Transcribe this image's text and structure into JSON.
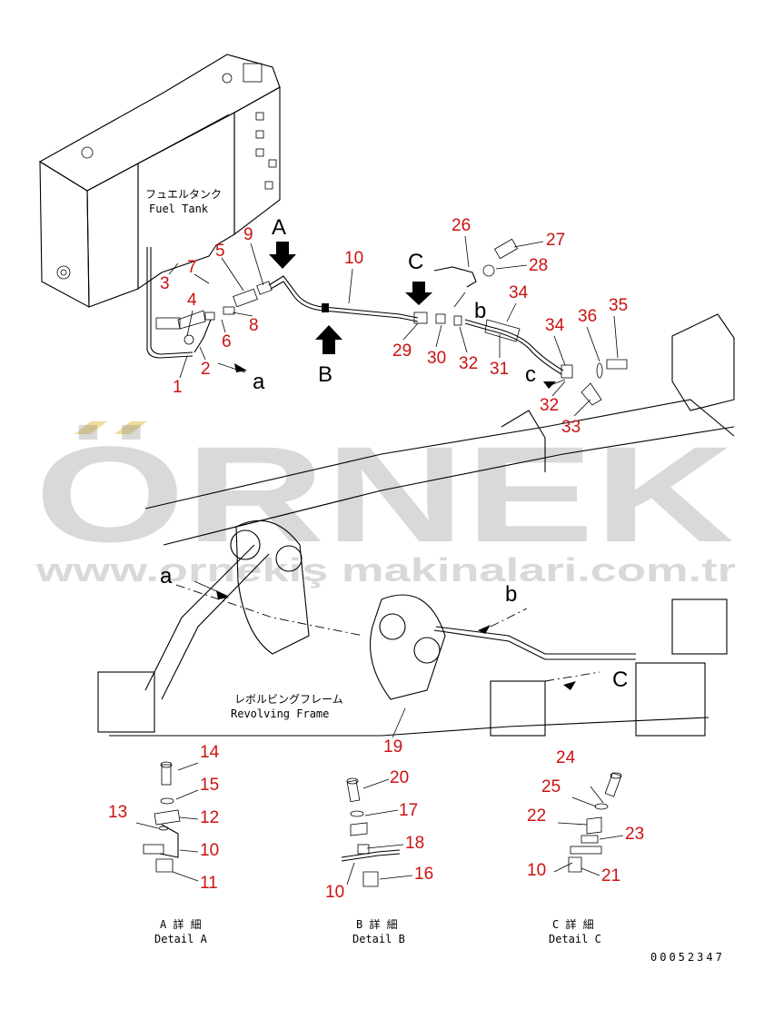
{
  "watermark": {
    "brand": "ÖRNEK",
    "url": "www.ornekiş makinalari.com.tr",
    "accent_color": "#e8c45a"
  },
  "labels": {
    "fuel_tank_jp": "フュエルタンク",
    "fuel_tank_en": "Fuel Tank",
    "revolving_frame_jp": "レボルビングフレーム",
    "revolving_frame_en": "Revolving Frame"
  },
  "view_refs": {
    "A": "A",
    "B": "B",
    "C": "C",
    "a": "a",
    "b": "b",
    "c": "c"
  },
  "parts": [
    "1",
    "2",
    "3",
    "4",
    "5",
    "6",
    "7",
    "8",
    "9",
    "10",
    "11",
    "12",
    "13",
    "14",
    "15",
    "16",
    "17",
    "18",
    "19",
    "20",
    "21",
    "22",
    "23",
    "24",
    "25",
    "26",
    "27",
    "28",
    "29",
    "30",
    "31",
    "32",
    "33",
    "34",
    "35",
    "36"
  ],
  "detail_parts": {
    "a": [
      "14",
      "15",
      "13",
      "12",
      "10",
      "11"
    ],
    "b": [
      "20",
      "17",
      "18",
      "10",
      "16"
    ],
    "c": [
      "24",
      "25",
      "22",
      "23",
      "10",
      "21"
    ]
  },
  "details": {
    "a_jp": "A 詳 細",
    "a_en": "Detail A",
    "b_jp": "B 詳 細",
    "b_en": "Detail B",
    "c_jp": "C 詳 細",
    "c_en": "Detail C"
  },
  "drawing_number": "00052347",
  "colors": {
    "part_number": "#cc1111",
    "line": "#000000"
  }
}
